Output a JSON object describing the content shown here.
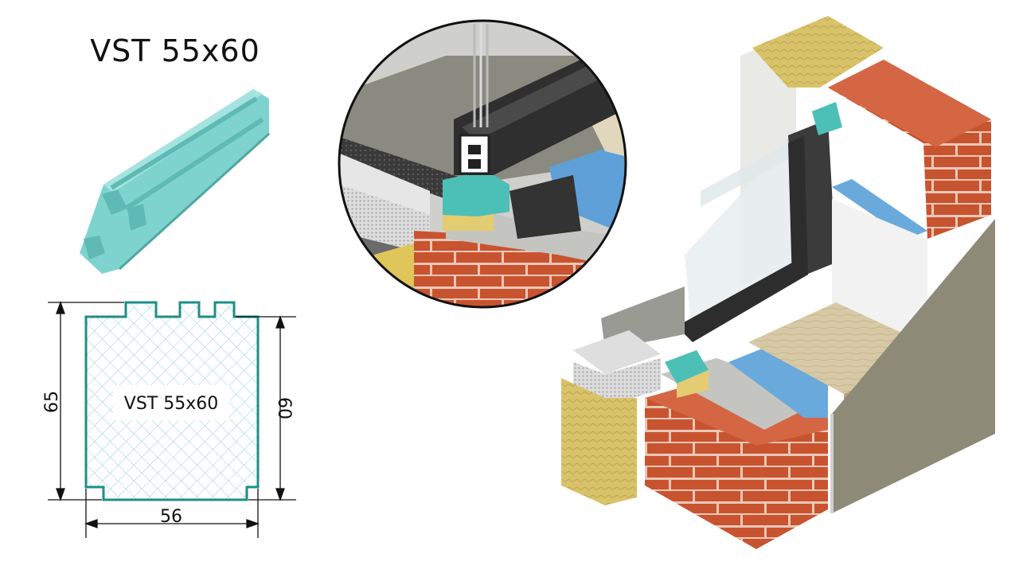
{
  "title": "VST 55x60",
  "profile_label": "VST 55x60",
  "dimensions": {
    "height_left": "65",
    "height_right": "60",
    "width_bottom": "56"
  },
  "colors": {
    "profile_fill": "#7fd3cf",
    "profile_outline": "#1f8e88",
    "hatch": "#9ad8d4",
    "brick": "#c8532f",
    "brick_mortar": "#e9c8b8",
    "mineral_wool": "#d9c36a",
    "eps_blue": "#6aa9dc",
    "frame_dark": "#3a3a3a",
    "plaster": "#8d8a78",
    "sill": "#d8c9a6",
    "window_glass": "#e8eef0"
  },
  "icons": {
    "profile_3d": "insulating-profile-3d-icon",
    "detail_circle": "window-joint-detail-icon",
    "wall_section": "wall-window-section-icon"
  }
}
